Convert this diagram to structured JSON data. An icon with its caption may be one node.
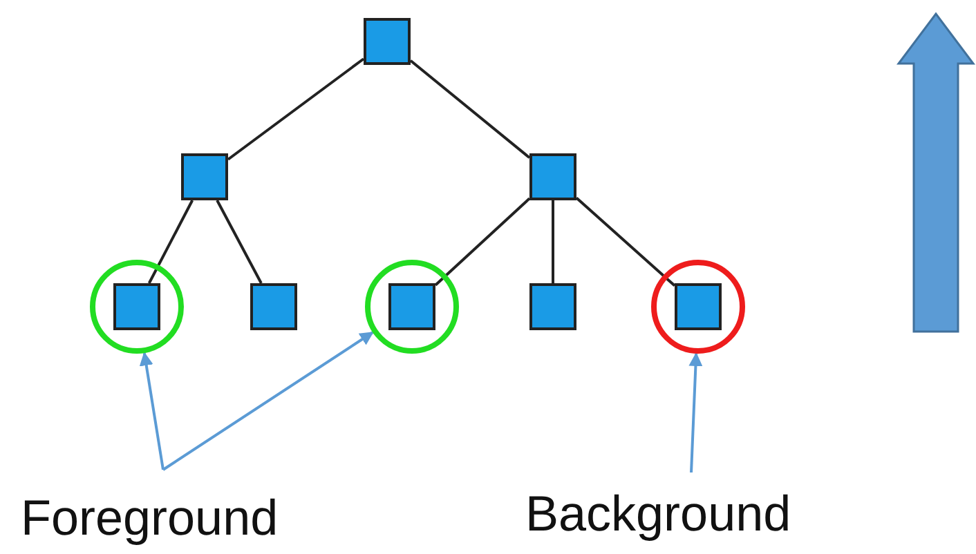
{
  "diagram": {
    "nodes": [
      {
        "text": [],
        "shape": "box"
      },
      {
        "text": [],
        "shape": "box"
      },
      {
        "text": [],
        "shape": "box"
      },
      {
        "text": [],
        "shape": "circle"
      },
      {
        "text": [],
        "shape": "box",
        "in": 3
      },
      {
        "text": [],
        "shape": "box"
      },
      {
        "text": [],
        "shape": "circle"
      },
      {
        "text": [],
        "shape": "box",
        "in": 6
      },
      {
        "text": [],
        "shape": "box"
      },
      {
        "text": [],
        "shape": "circle"
      },
      {
        "text": [],
        "shape": "box",
        "in": 9
      },
      {
        "text": [
          "Foreground"
        ]
      },
      {
        "text": [
          "Background"
        ]
      }
    ],
    "edges": [
      {
        "from": 0,
        "to": 1,
        "arrow": "none"
      },
      {
        "from": 0,
        "to": 2,
        "arrow": "none"
      },
      {
        "from": 1,
        "to": 4,
        "arrow": "none"
      },
      {
        "from": 1,
        "to": 5,
        "arrow": "none"
      },
      {
        "from": 2,
        "to": 7,
        "arrow": "none"
      },
      {
        "from": 2,
        "to": 8,
        "arrow": "none"
      },
      {
        "from": 2,
        "to": 10,
        "arrow": "none"
      },
      {
        "from": 11,
        "to": 3,
        "arrow": "to",
        "color": "#5b9bd5"
      },
      {
        "from": 11,
        "to": 6,
        "arrow": "to",
        "color": "#5b9bd5"
      },
      {
        "from": 12,
        "to": 9,
        "arrow": "to",
        "color": "#5b9bd5"
      }
    ]
  }
}
